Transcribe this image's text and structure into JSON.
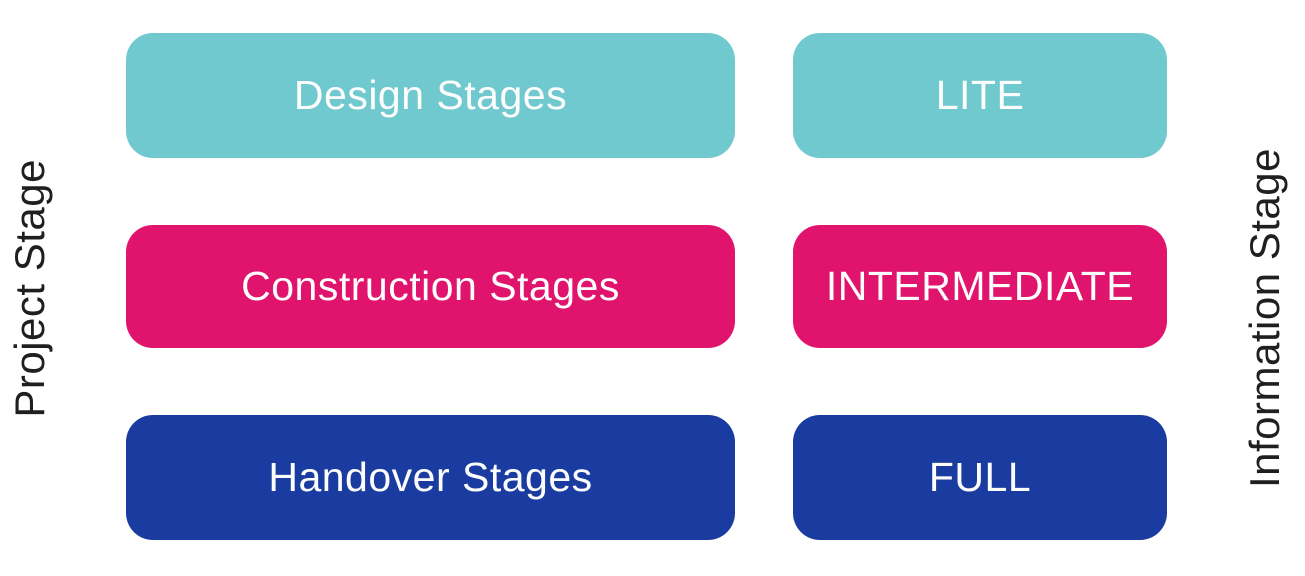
{
  "diagram": {
    "left_axis_label": "Project Stage",
    "right_axis_label": "Information Stage",
    "rows": [
      {
        "project_stage_label": "Design Stages",
        "information_stage_label": "LITE",
        "color": "#6FC9CF"
      },
      {
        "project_stage_label": "Construction Stages",
        "information_stage_label": "INTERMEDIATE",
        "color": "#E0146C"
      },
      {
        "project_stage_label": "Handover Stages",
        "information_stage_label": "FULL",
        "color": "#1A3CA1"
      }
    ],
    "colors": {
      "teal": "#6FC9CF",
      "pink": "#E0146C",
      "blue": "#1A3CA1",
      "box_text": "#FDFDFD",
      "axis_text": "#1F1F1F",
      "background": "#FFFFFF"
    }
  }
}
